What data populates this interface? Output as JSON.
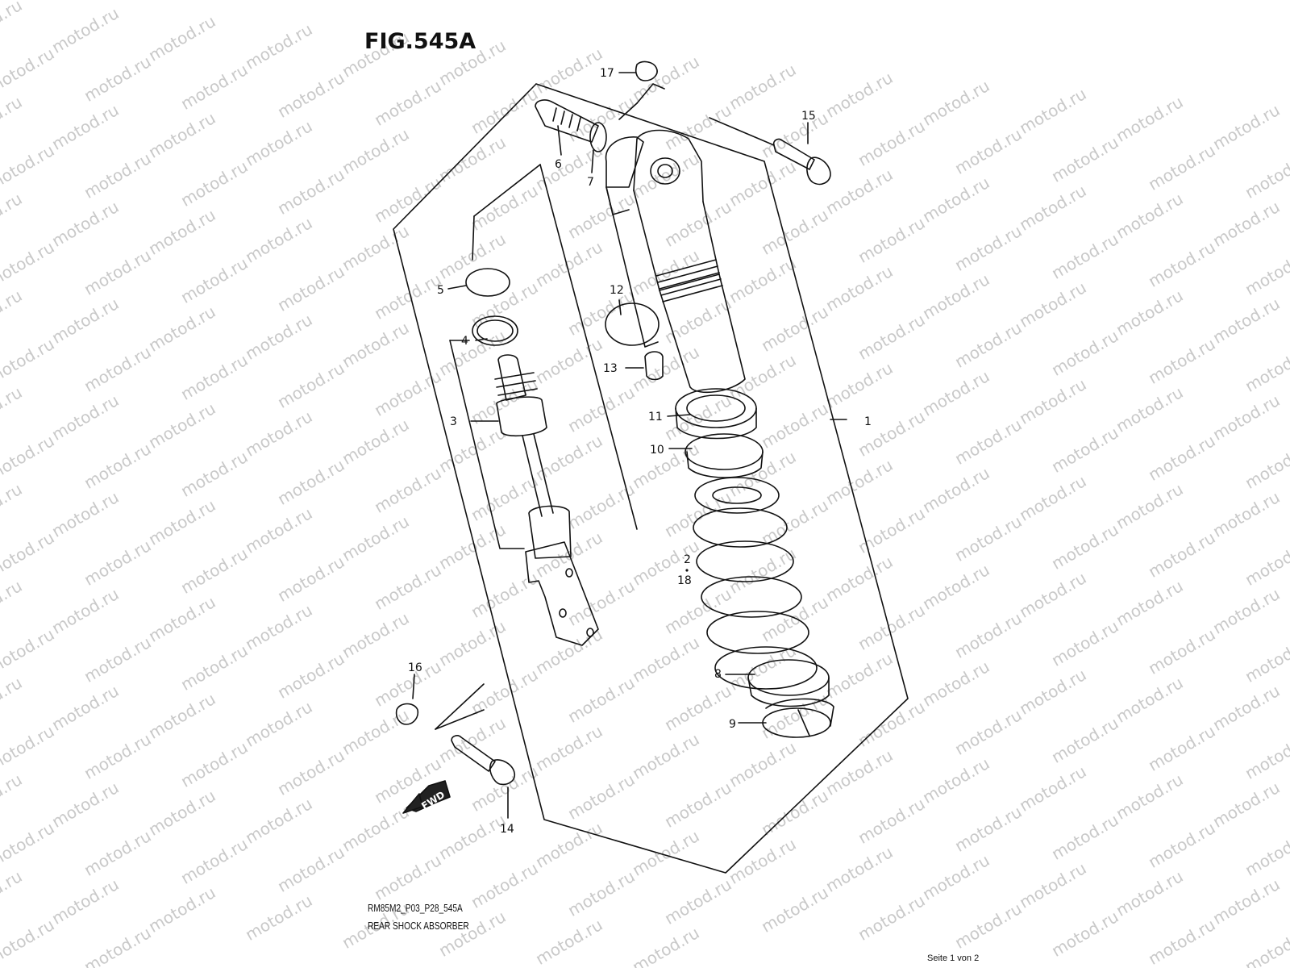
{
  "figure": {
    "title": "FIG.545A",
    "drawing_code": "RM85M2_P03_P28_545A",
    "caption": "REAR SHOCK ABSORBER",
    "fwd_label": "FWD"
  },
  "watermark": "motod.ru",
  "callouts": [
    "1",
    "2",
    "3",
    "4",
    "5",
    "6",
    "7",
    "8",
    "9",
    "10",
    "11",
    "12",
    "13",
    "14",
    "15",
    "16",
    "17",
    "18"
  ],
  "pager": "Seite 1 von 2"
}
